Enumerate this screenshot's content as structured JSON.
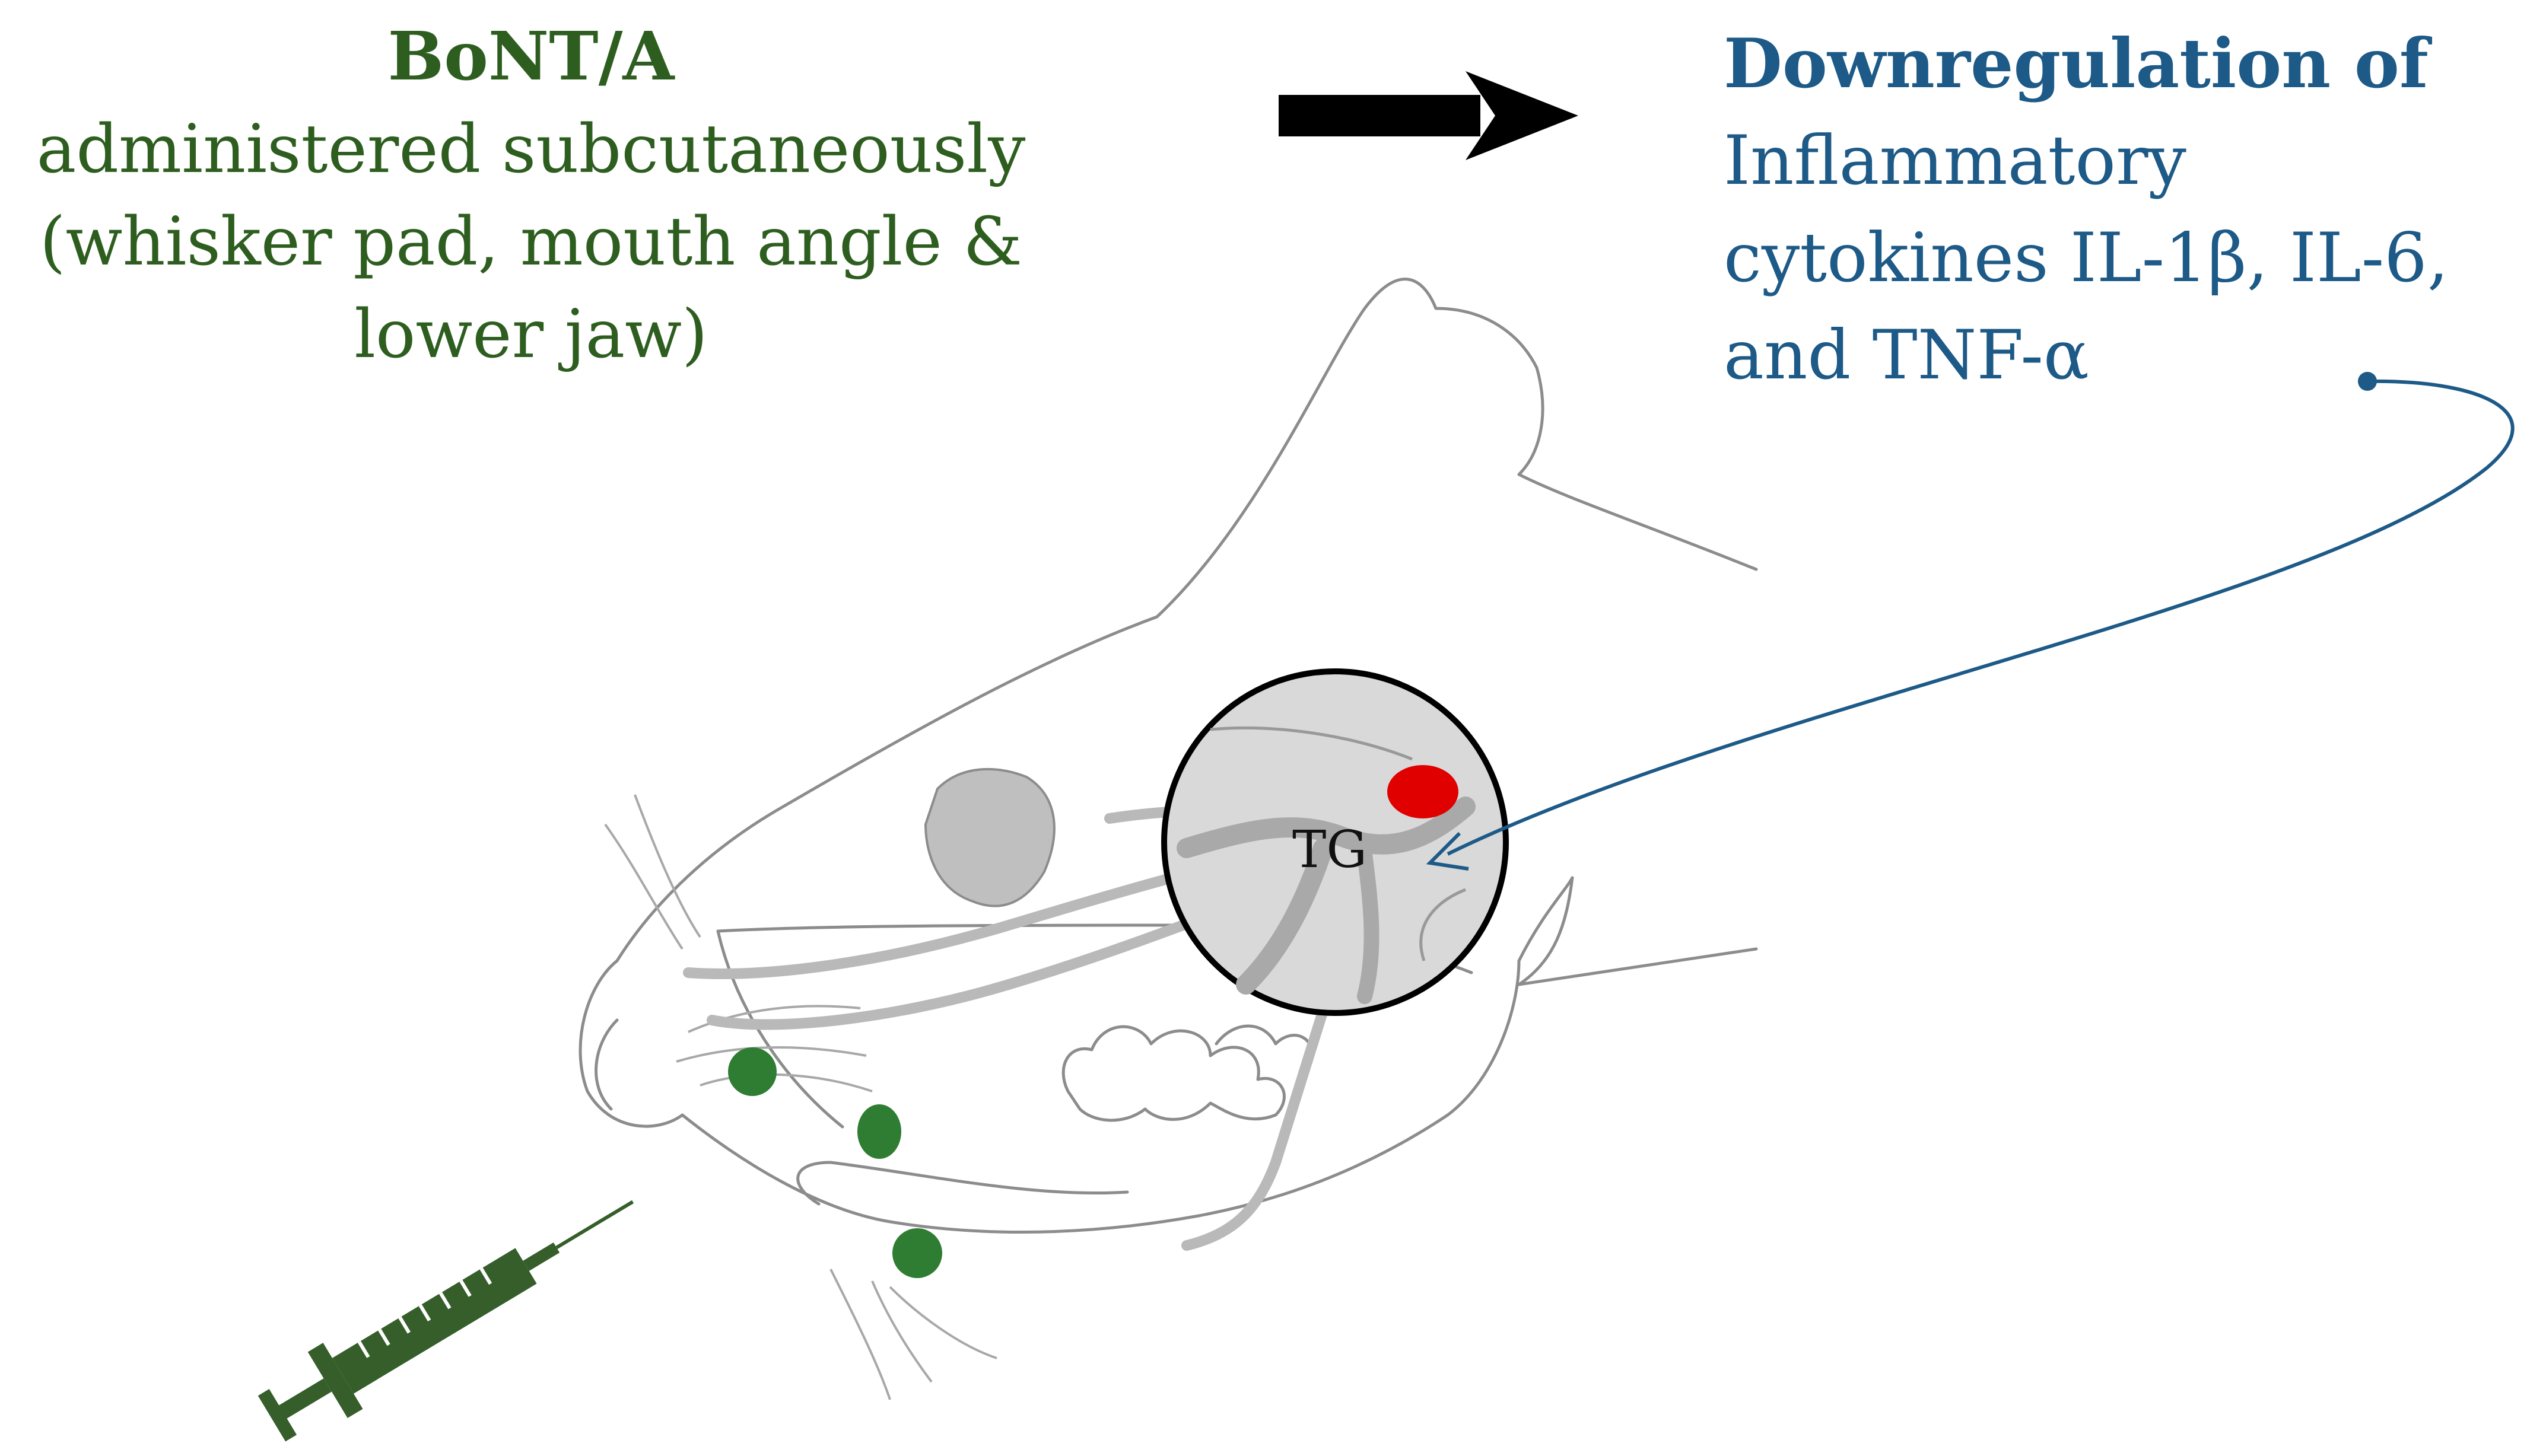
{
  "left_text": {
    "title": "BoNT/A",
    "lines": [
      "administered subcutaneously",
      "(whisker pad, mouth angle &",
      "lower jaw)"
    ]
  },
  "right_text": {
    "title": "Downregulation of",
    "lines": [
      "Inflammatory",
      "cytokines IL-1β, IL-6,",
      "and TNF-α"
    ]
  },
  "diagram": {
    "ganglion_label": "TG"
  },
  "colors": {
    "bont_green": "#2e5e1f",
    "cytokine_blue": "#1d5a87",
    "injection_dot": "#2e7d32",
    "inflamed_spot": "#e00000",
    "arrow": "#000000",
    "outline": "#888888",
    "ganglion_fill": "#d9d9d9"
  },
  "icons": [
    "syringe-icon",
    "right-arrow-icon",
    "rat-head-illustration"
  ]
}
